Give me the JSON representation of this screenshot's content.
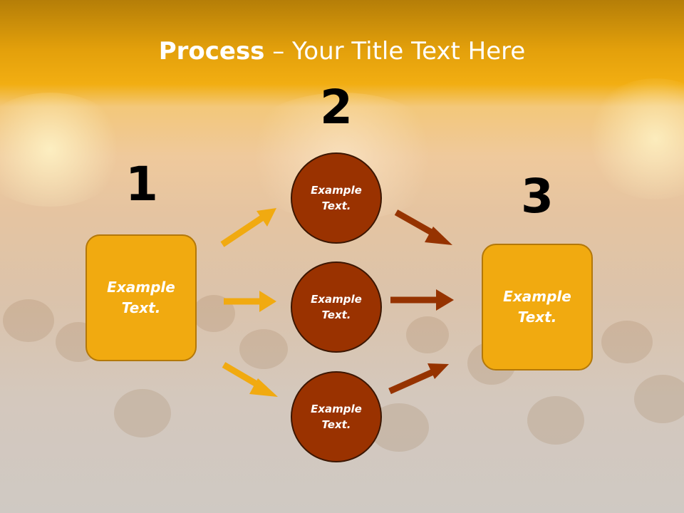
{
  "title": {
    "bold": "Process",
    "rest": " – Your Title Text Here"
  },
  "steps": {
    "step1": {
      "number": "1",
      "text": "Example Text."
    },
    "step2": {
      "number": "2"
    },
    "step3": {
      "number": "3",
      "text": "Example Text."
    }
  },
  "circles": [
    {
      "text": "Example Text."
    },
    {
      "text": "Example Text."
    },
    {
      "text": "Example Text."
    }
  ],
  "colors": {
    "header": "#e3a00b",
    "box_fill": "#f1aa10",
    "circle_fill": "#9a3200",
    "arrow_in": "#f1aa10",
    "arrow_out": "#963300"
  }
}
